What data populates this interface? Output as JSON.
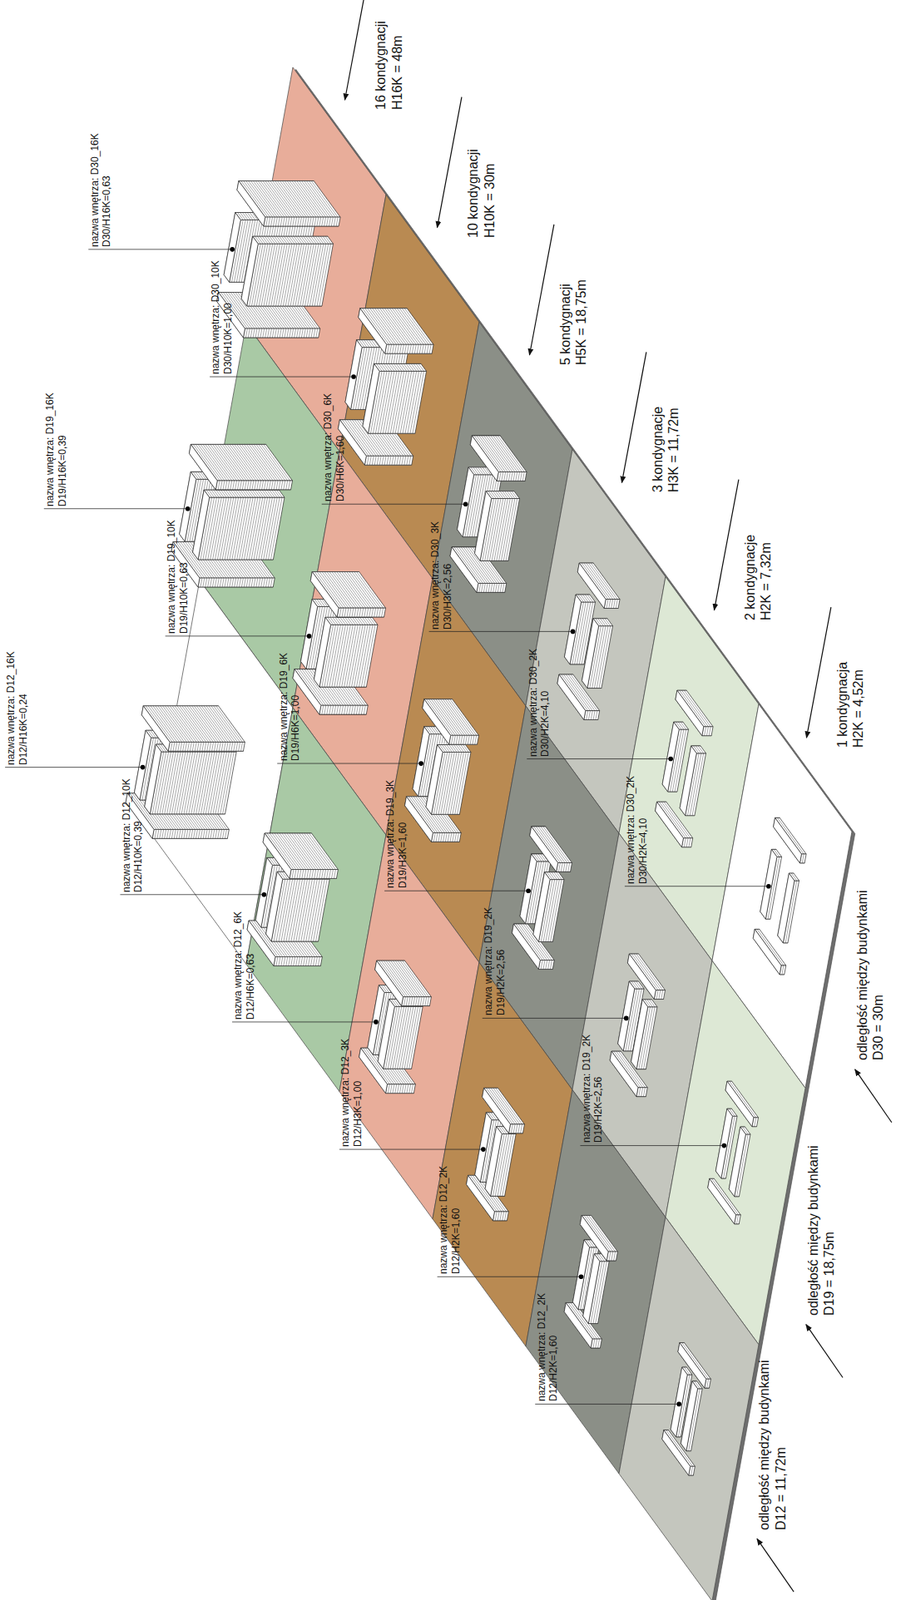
{
  "diagram": {
    "labels": [
      "16 kondygnacji",
      "H16K = 48m",
      "10 kondygnacji",
      "H10K = 30m",
      "5 kondygnacji",
      "H5K = 18,75m",
      "3 kondygnacje",
      "H3K = 11,72m",
      "2 kondygnacje",
      "H2K = 7,32m",
      "1 kondygnacja",
      "H2K = 4,52m",
      "nazwa wnętrza: D30_16K",
      "D30/H16K=0,63",
      "nazwa wnętrza: D30_10K",
      "D30/H10K=1,00",
      "nazwa wnętrza: D19_16K",
      "D19/H16K=0,39",
      "nazwa wnętrza: D30_6K",
      "D30/H6K=1,60",
      "nazwa wnętrza: D19_10K",
      "D19/H10K=0,63",
      "nazwa wnętrza: D30_3K",
      "D30/H3K=2,56",
      "nazwa wnętrza: D12_16K",
      "D12/H16K=0,24",
      "nazwa wnętrza: D19_6K",
      "D19/H6K=1,00",
      "nazwa wnętrza: D30_2K",
      "D30/H2K=4,10",
      "nazwa wnętrza: D12_10K",
      "D12/H10K=0,39",
      "nazwa wnętrza: D19_3K",
      "D19/H3K=1,60",
      "nazwa wnętrza: D30_2K",
      "D30/H2K=4,10",
      "nazwa wnętrza: D12_6K",
      "D12/H6K=0,63",
      "nazwa wnętrza: D19_2K",
      "D19/H2K=2,56",
      "nazwa wnętrza: D19_2K",
      "D19/H2K=2,56",
      "nazwa wnętrza: D12_3K",
      "D12/H3K=1,00",
      "nazwa wnętrza: D12_2K",
      "D12/H2K=1,60",
      "nazwa wnętrza: D12_2K",
      "D12/H2K=1,60",
      "odległość między budynkami",
      "D30 = 30m",
      "odległość między budynkami",
      "D19 = 18,75m",
      "odległość między budynkami",
      "D12 = 11,72m"
    ]
  }
}
